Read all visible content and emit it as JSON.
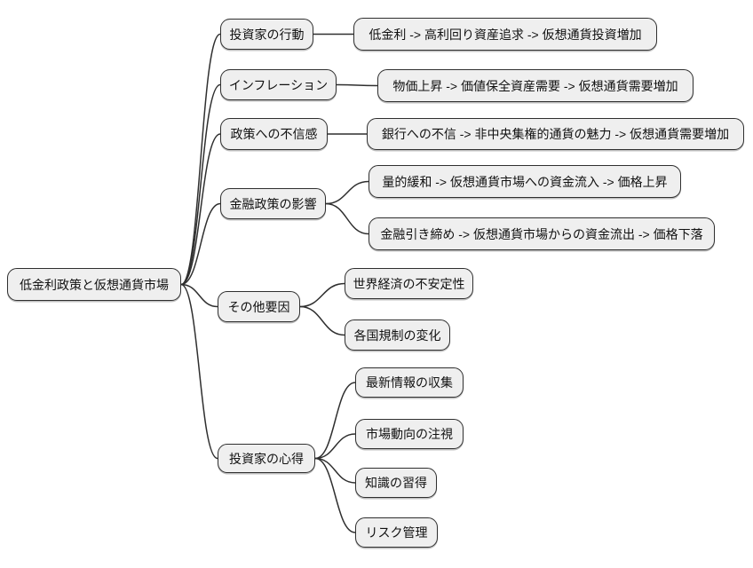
{
  "diagram": {
    "type": "mindmap",
    "root_label": "低金利政策と仮想通貨市場",
    "nodes": [
      {
        "id": "root",
        "parent": null,
        "label": "低金利政策と仮想通貨市場"
      },
      {
        "id": "b1",
        "parent": "root",
        "label": "投資家の行動"
      },
      {
        "id": "c1",
        "parent": "b1",
        "label": "低金利 -> 高利回り資産追求 -> 仮想通貨投資増加"
      },
      {
        "id": "b2",
        "parent": "root",
        "label": "インフレーション"
      },
      {
        "id": "c2",
        "parent": "b2",
        "label": "物価上昇 -> 価値保全資産需要 -> 仮想通貨需要増加"
      },
      {
        "id": "b3",
        "parent": "root",
        "label": "政策への不信感"
      },
      {
        "id": "c3",
        "parent": "b3",
        "label": "銀行への不信 -> 非中央集権的通貨の魅力 -> 仮想通貨需要増加"
      },
      {
        "id": "b4",
        "parent": "root",
        "label": "金融政策の影響"
      },
      {
        "id": "c4a",
        "parent": "b4",
        "label": "量的緩和 -> 仮想通貨市場への資金流入 -> 価格上昇"
      },
      {
        "id": "c4b",
        "parent": "b4",
        "label": "金融引き締め -> 仮想通貨市場からの資金流出 -> 価格下落"
      },
      {
        "id": "b5",
        "parent": "root",
        "label": "その他要因"
      },
      {
        "id": "c5a",
        "parent": "b5",
        "label": "世界経済の不安定性"
      },
      {
        "id": "c5b",
        "parent": "b5",
        "label": "各国規制の変化"
      },
      {
        "id": "b6",
        "parent": "root",
        "label": "投資家の心得"
      },
      {
        "id": "c6a",
        "parent": "b6",
        "label": "最新情報の収集"
      },
      {
        "id": "c6b",
        "parent": "b6",
        "label": "市場動向の注視"
      },
      {
        "id": "c6c",
        "parent": "b6",
        "label": "知識の習得"
      },
      {
        "id": "c6d",
        "parent": "b6",
        "label": "リスク管理"
      }
    ],
    "colors": {
      "background": "#ffffff",
      "node_fill": "#efefef",
      "node_border": "#2f2f2f",
      "edge": "#2f2f2f",
      "text": "#111111"
    }
  }
}
